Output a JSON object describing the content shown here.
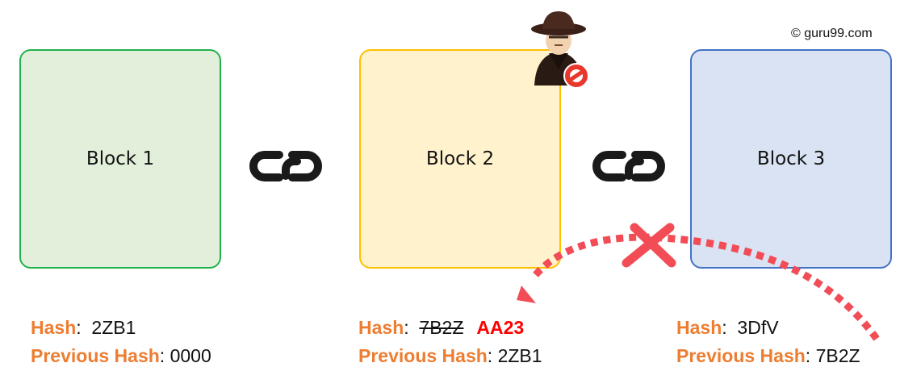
{
  "copyright": "© guru99.com",
  "colors": {
    "label_orange": "#ED7D31",
    "tampered_red": "#FF0000",
    "arrow_red": "#F24D57",
    "block1_fill": "#E2EFDA",
    "block1_border": "#22B14C",
    "block2_fill": "#FFF2CC",
    "block2_border": "#FFC000",
    "block3_fill": "#DAE3F3",
    "block3_border": "#4472C4"
  },
  "blocks": [
    {
      "title": "Block 1",
      "hash_label": "Hash",
      "hash": "2ZB1",
      "prev_label": "Previous Hash",
      "prev_hash": "0000"
    },
    {
      "title": "Block 2",
      "hash_label": "Hash",
      "hash_old": "7B2Z",
      "hash_new": "AA23",
      "prev_label": "Previous Hash",
      "prev_hash": "2ZB1"
    },
    {
      "title": "Block 3",
      "hash_label": "Hash",
      "hash": "3DfV",
      "prev_label": "Previous Hash",
      "prev_hash": "7B2Z"
    }
  ],
  "icons": {
    "link": "chain-link-icon",
    "hacker": "hacker-spy-icon",
    "forbidden": "no-entry-icon",
    "broken": "cross-x-icon"
  }
}
